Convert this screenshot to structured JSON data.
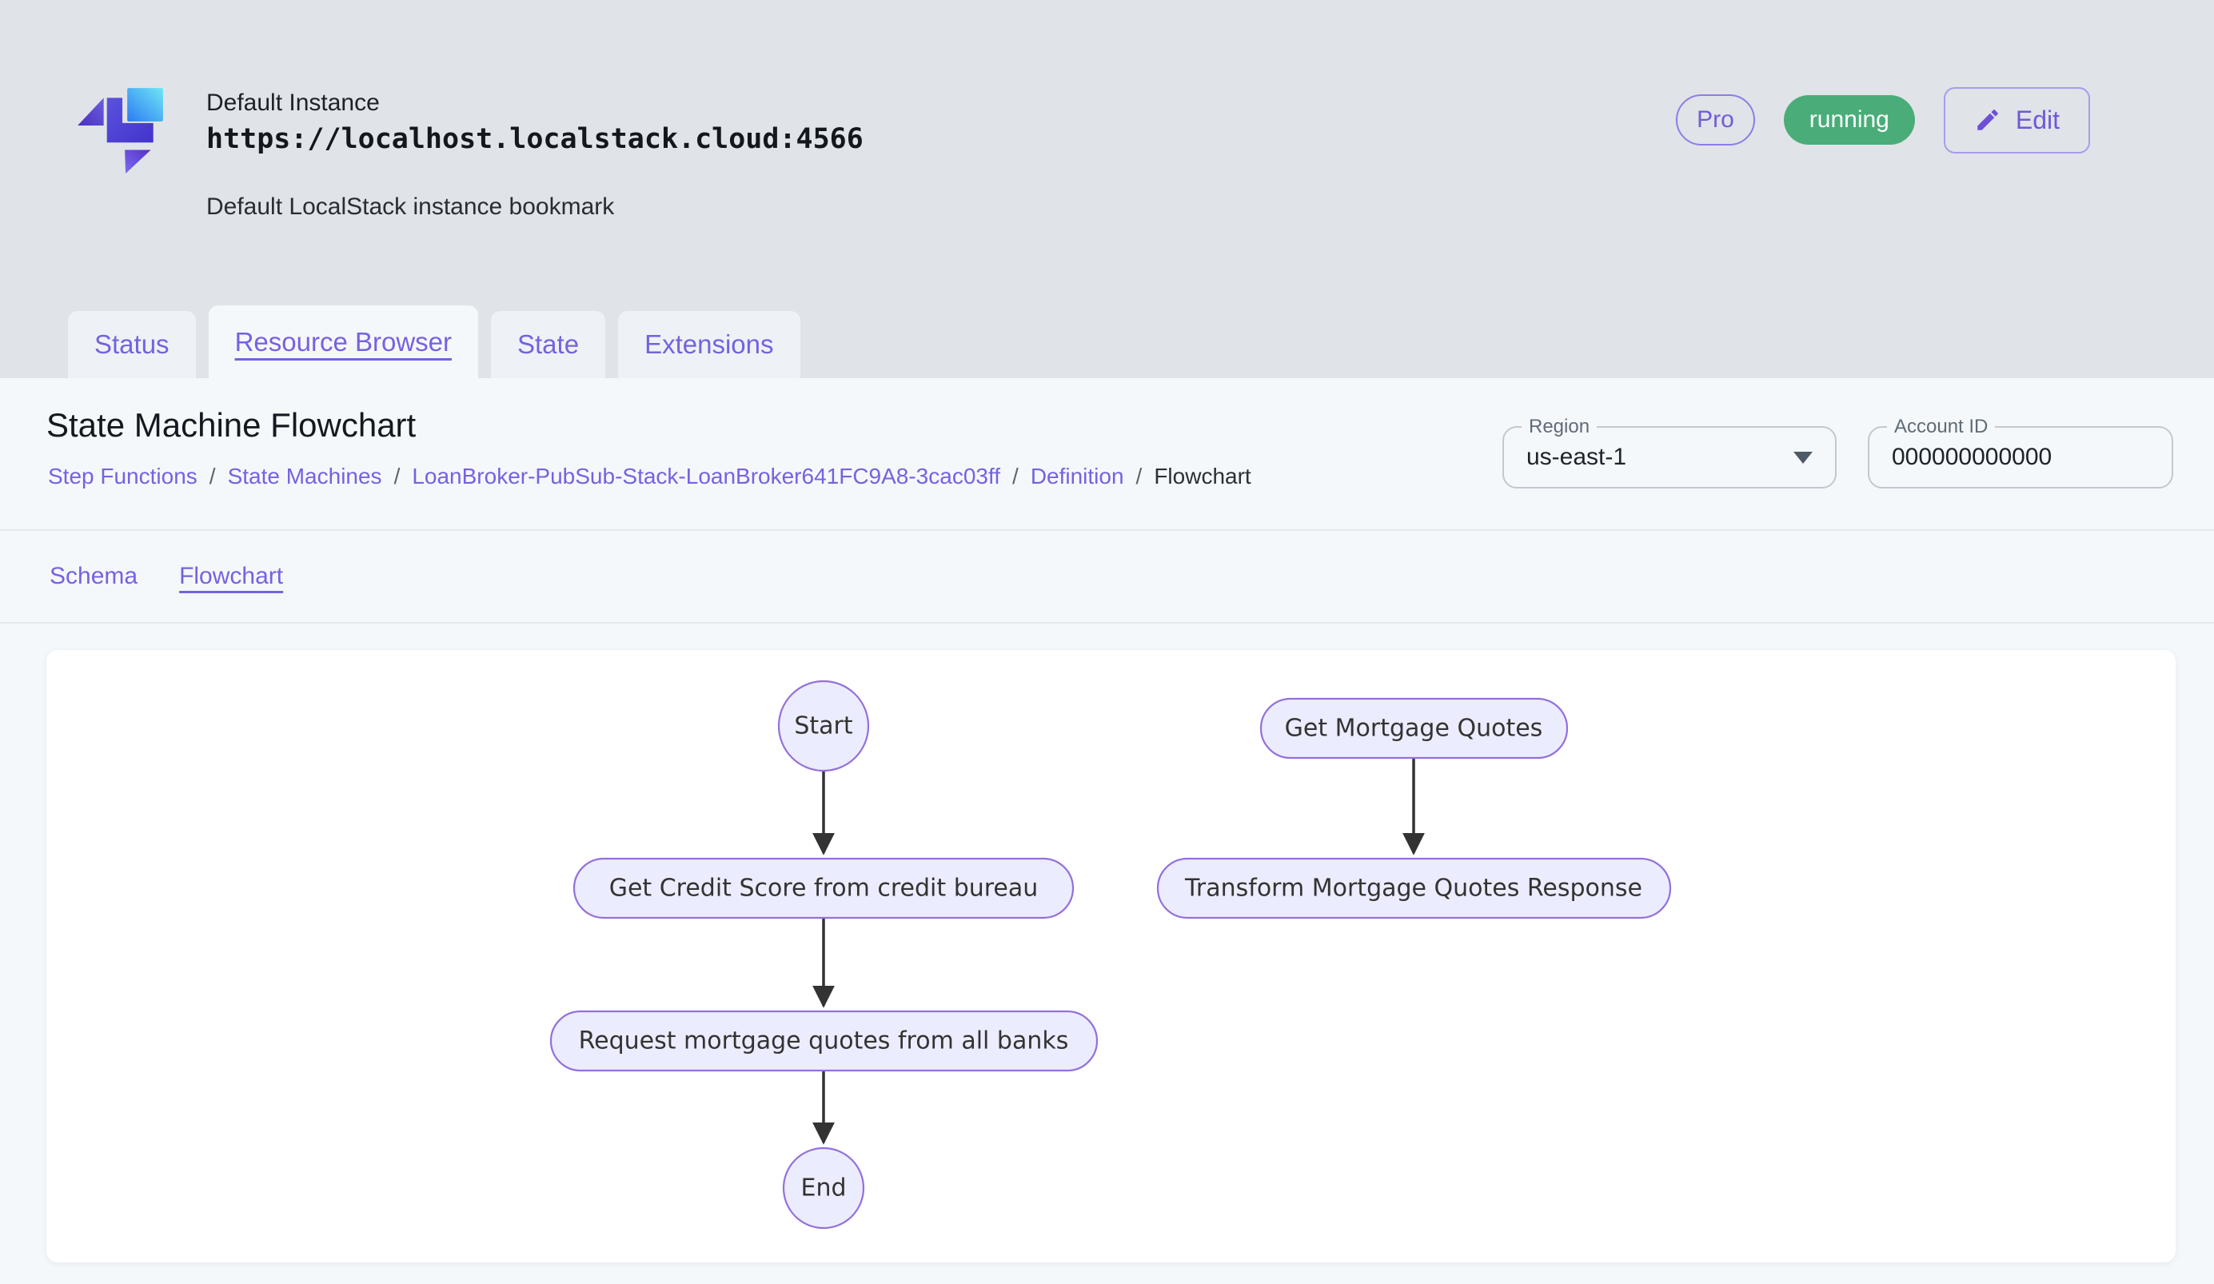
{
  "header": {
    "instance_name": "Default Instance",
    "instance_url": "https://localhost.localstack.cloud:4566",
    "instance_description": "Default LocalStack instance bookmark",
    "pro_badge_label": "Pro",
    "status_badge_label": "running",
    "edit_button_label": "Edit"
  },
  "tabs": [
    {
      "label": "Status",
      "active": false
    },
    {
      "label": "Resource Browser",
      "active": true
    },
    {
      "label": "State",
      "active": false
    },
    {
      "label": "Extensions",
      "active": false
    }
  ],
  "page": {
    "title": "State Machine Flowchart",
    "separator": "/",
    "breadcrumb": [
      {
        "label": "Step Functions",
        "link": true
      },
      {
        "label": "State Machines",
        "link": true
      },
      {
        "label": "LoanBroker-PubSub-Stack-LoanBroker641FC9A8-3cac03ff",
        "link": true
      },
      {
        "label": "Definition",
        "link": true
      },
      {
        "label": "Flowchart",
        "link": false
      }
    ],
    "region_field": {
      "label": "Region",
      "value": "us-east-1"
    },
    "account_field": {
      "label": "Account ID",
      "value": "000000000000"
    },
    "subtabs": [
      {
        "label": "Schema",
        "active": false
      },
      {
        "label": "Flowchart",
        "active": true
      }
    ]
  },
  "flowchart": {
    "type": "diagram",
    "nodes": [
      {
        "id": "start",
        "label": "Start",
        "shape": "circle"
      },
      {
        "id": "get_credit_score",
        "label": "Get Credit Score from credit bureau",
        "shape": "stadium"
      },
      {
        "id": "request_quotes",
        "label": "Request mortgage quotes from all banks",
        "shape": "stadium"
      },
      {
        "id": "end",
        "label": "End",
        "shape": "circle"
      },
      {
        "id": "get_mortgage_quotes",
        "label": "Get Mortgage Quotes",
        "shape": "stadium"
      },
      {
        "id": "transform_response",
        "label": "Transform Mortgage Quotes Response",
        "shape": "stadium"
      }
    ],
    "edges": [
      {
        "from": "start",
        "to": "get_credit_score"
      },
      {
        "from": "get_credit_score",
        "to": "request_quotes"
      },
      {
        "from": "request_quotes",
        "to": "end"
      },
      {
        "from": "get_mortgage_quotes",
        "to": "transform_response"
      }
    ]
  },
  "colors": {
    "accent_purple": "#7562e0",
    "status_green": "#4aad79",
    "header_background": "#e0e3e7",
    "panel_background": "#f5f8fb",
    "node_fill": "#ececff",
    "node_border": "#9370db",
    "edge_color": "#333333"
  }
}
